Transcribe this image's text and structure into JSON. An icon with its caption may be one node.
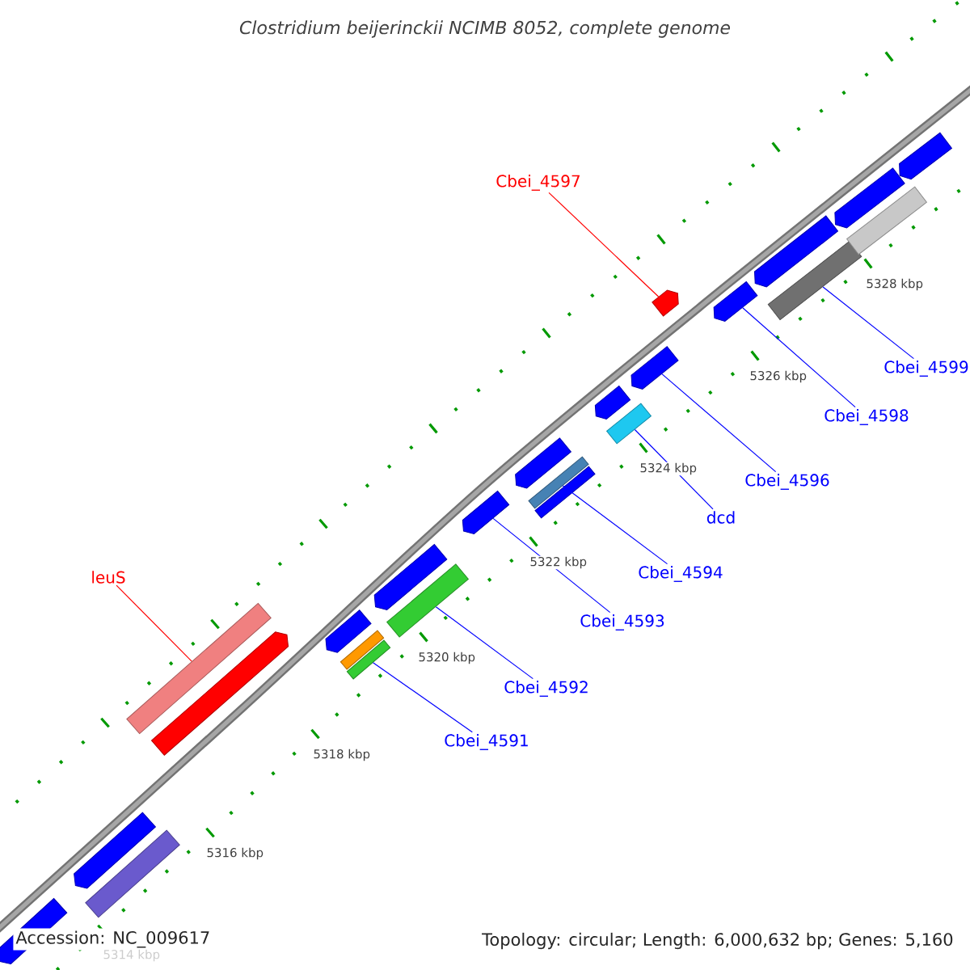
{
  "diagram": {
    "title": "Clostridium beijerinckii NCIMB 8052, complete genome",
    "nodes": [
      {
        "text": [
          "Cbei_4597"
        ]
      },
      {
        "text": [
          "Cbei_4599"
        ]
      },
      {
        "text": [
          "Cbei_4598"
        ]
      },
      {
        "text": [
          "Cbei_4596"
        ]
      },
      {
        "text": [
          "dcd"
        ]
      },
      {
        "text": [
          "Cbei_4594"
        ]
      },
      {
        "text": [
          "Cbei_4593"
        ]
      },
      {
        "text": [
          "leuS"
        ]
      },
      {
        "text": [
          "Cbei_4592"
        ]
      },
      {
        "text": [
          "Cbei_4591"
        ]
      },
      {
        "text": [],
        "shape": "pentagon"
      },
      {
        "text": [],
        "shape": "pentagon"
      },
      {
        "text": [],
        "shape": "bar"
      },
      {
        "text": [],
        "shape": "bar"
      },
      {
        "text": [],
        "shape": "pentagon"
      },
      {
        "text": [],
        "shape": "pentagon"
      },
      {
        "text": [],
        "shape": "bar"
      },
      {
        "text": [],
        "shape": "bar"
      },
      {
        "text": [],
        "shape": "pentagon"
      },
      {
        "text": [],
        "shape": "bar"
      },
      {
        "text": [],
        "shape": "pentagon"
      },
      {
        "text": [],
        "shape": "pentagon"
      },
      {
        "text": [],
        "shape": "bar"
      },
      {
        "text": [],
        "shape": "bar"
      },
      {
        "text": [],
        "shape": "pentagon"
      },
      {
        "text": [],
        "shape": "bar"
      },
      {
        "text": [],
        "shape": "pentagon"
      },
      {
        "text": [],
        "shape": "pentagon"
      },
      {
        "text": [],
        "shape": "pentagon"
      },
      {
        "text": [],
        "shape": "pentagon"
      },
      {
        "text": [],
        "shape": "bar"
      },
      {
        "text": [],
        "shape": "pentagon"
      },
      {
        "text": [],
        "shape": "bar"
      },
      {
        "text": [],
        "shape": "pentagon"
      }
    ],
    "edges": [
      {
        "from": 0,
        "to": 27,
        "arrow": "none",
        "color": "#ff0000"
      },
      {
        "from": 1,
        "to": 30,
        "arrow": "none"
      },
      {
        "from": 2,
        "to": 28,
        "arrow": "none"
      },
      {
        "from": 3,
        "to": 26,
        "arrow": "none"
      },
      {
        "from": 4,
        "to": 25,
        "arrow": "none"
      },
      {
        "from": 5,
        "to": 22,
        "arrow": "none"
      },
      {
        "from": 6,
        "to": 20,
        "arrow": "none"
      },
      {
        "from": 7,
        "to": 13,
        "arrow": "none",
        "color": "#ff0000"
      },
      {
        "from": 8,
        "to": 19,
        "arrow": "none"
      },
      {
        "from": 9,
        "to": 17,
        "arrow": "none"
      }
    ],
    "labels": [
      "5328 kbp",
      "5326 kbp",
      "5324 kbp",
      "5322 kbp",
      "5320 kbp",
      "5318 kbp",
      "5316 kbp",
      "5314 kbp",
      "Accession: NC_009617",
      "Topology: circular; Length: 6,000,632 bp; Genes: 5,160"
    ]
  }
}
